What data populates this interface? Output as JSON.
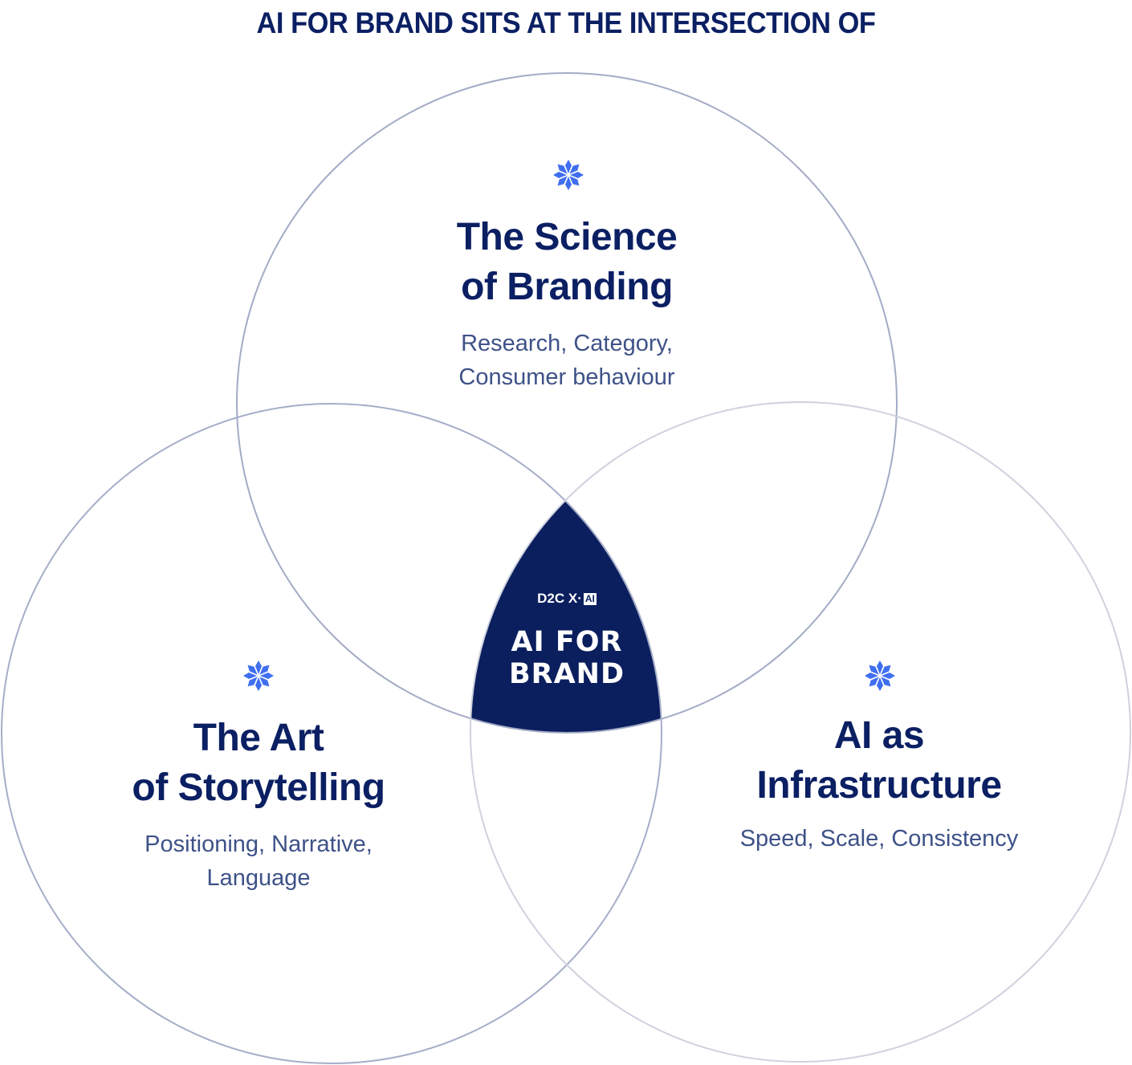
{
  "header": {
    "title": "AI FOR BRAND SITS AT THE INTERSECTION OF"
  },
  "colors": {
    "navy": "#0b1f63",
    "subtext": "#3e5288",
    "accent_star": "#3f6ef0",
    "stroke_left": "#a6aec9",
    "stroke_right": "#cdd0dc"
  },
  "circles": [
    {
      "id": "science",
      "title": "The Science\nof Branding",
      "subtitle": "Research, Category,\nConsumer behaviour",
      "icon": "asterisk-flower-icon"
    },
    {
      "id": "art",
      "title": "The Art\nof Storytelling",
      "subtitle": "Positioning, Narrative,\nLanguage",
      "icon": "asterisk-flower-icon"
    },
    {
      "id": "ai",
      "title": "AI as\nInfrastructure",
      "subtitle": "Speed, Scale, Consistency",
      "icon": "asterisk-flower-icon"
    }
  ],
  "center": {
    "logo_text": "D2C X·",
    "logo_box": "AI",
    "title": "AI FOR\nBRAND"
  }
}
